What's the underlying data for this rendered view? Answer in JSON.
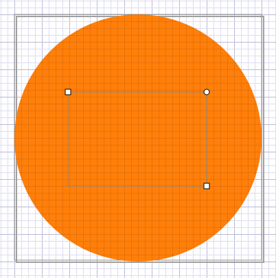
{
  "colors": {
    "background": "#ffffff",
    "minor_grid": "#dcdcf0",
    "major_grid": "#b9b9d6",
    "page_border": "#8c8c8c",
    "page_shadow": "#a0a0a0",
    "shape_fill": "#ff7f0a",
    "selection_box": "#8a8a8a",
    "handle_fill": "#ffffff",
    "handle_stroke": "#000000"
  },
  "canvas": {
    "grid_visible": true
  },
  "shape": {
    "type": "circle",
    "icon": "circle-shape"
  },
  "selection": {
    "handles": [
      "resize-handle-top-left",
      "rotate-handle-top-right",
      "resize-handle-bottom-right"
    ]
  }
}
